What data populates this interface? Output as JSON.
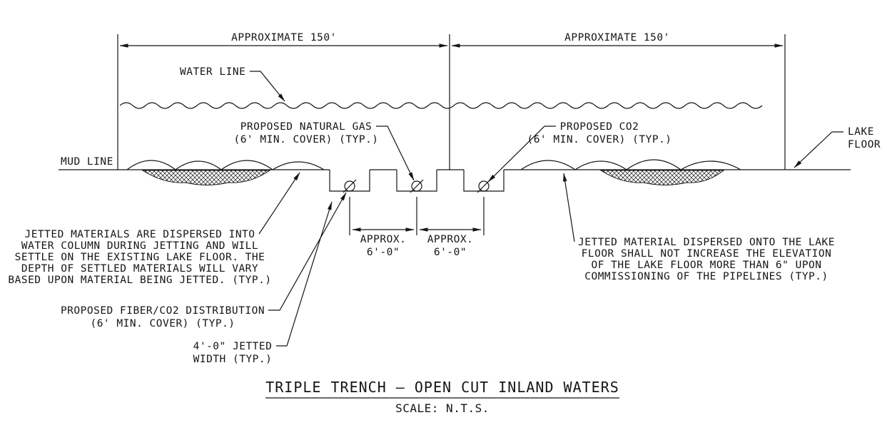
{
  "drawing": {
    "title": "TRIPLE TRENCH — OPEN CUT INLAND WATERS",
    "scale": "SCALE: N.T.S."
  },
  "dimensions": {
    "span_left": "APPROXIMATE 150'",
    "span_right": "APPROXIMATE 150'",
    "pipe_gap_left": {
      "line1": "APPROX.",
      "line2": "6'-0\""
    },
    "pipe_gap_right": {
      "line1": "APPROX.",
      "line2": "6'-0\""
    }
  },
  "labels": {
    "water_line": "WATER LINE",
    "mud_line": "MUD LINE",
    "lake_floor": {
      "line1": "LAKE",
      "line2": "FLOOR"
    },
    "natural_gas": {
      "line1": "PROPOSED NATURAL GAS",
      "line2": "(6' MIN. COVER) (TYP.)"
    },
    "co2": {
      "line1": "PROPOSED CO2",
      "line2": "(6' MIN. COVER) (TYP.)"
    },
    "fiber_co2": {
      "line1": "PROPOSED FIBER/CO2 DISTRIBUTION",
      "line2": "(6' MIN. COVER) (TYP.)"
    },
    "jetted_width": {
      "line1": "4'-0\" JETTED",
      "line2": "WIDTH (TYP.)"
    },
    "note_left": [
      "JETTED MATERIALS ARE DISPERSED INTO",
      "WATER COLUMN DURING JETTING AND WILL",
      "SETTLE ON THE EXISTING LAKE FLOOR.  THE",
      "DEPTH OF SETTLED MATERIALS WILL VARY",
      "BASED UPON MATERIAL BEING JETTED. (TYP.)"
    ],
    "note_right": [
      "JETTED MATERIAL DISPERSED ONTO THE LAKE",
      "FLOOR SHALL NOT INCREASE THE ELEVATION",
      "OF THE LAKE FLOOR MORE THAN 6\" UPON",
      "COMMISSIONING OF THE PIPELINES (TYP.)"
    ]
  },
  "colors": {
    "ink": "#151515",
    "background": "#ffffff"
  }
}
